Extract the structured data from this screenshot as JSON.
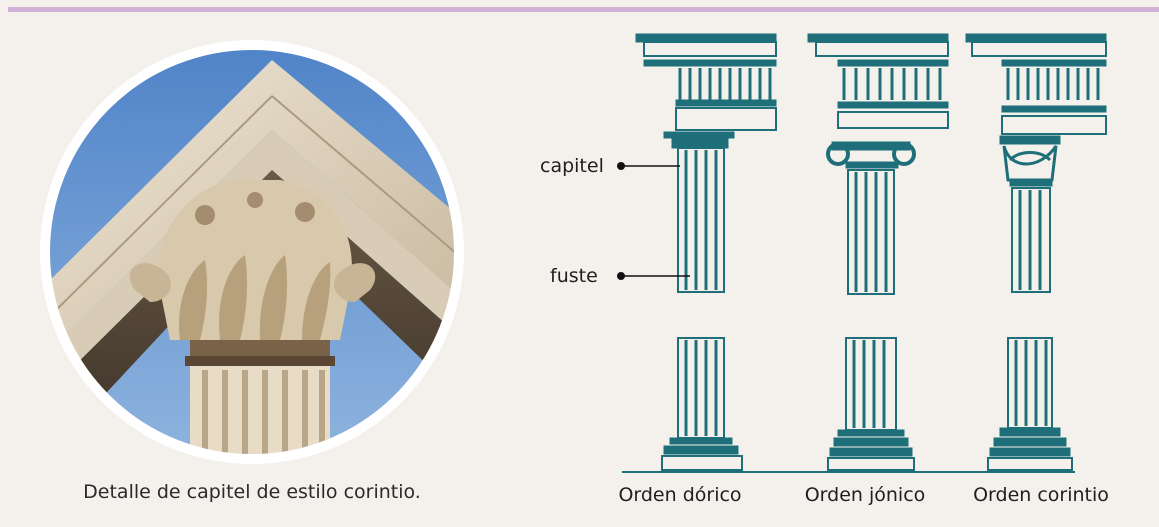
{
  "photo": {
    "caption": "Detalle de capitel de estilo corintio.",
    "subject": "corinthian-capital-photo"
  },
  "diagram": {
    "labels": {
      "capital": "capitel",
      "shaft": "fuste"
    },
    "orders": [
      {
        "id": "doric",
        "name": "Orden dórico"
      },
      {
        "id": "ionic",
        "name": "Orden jónico"
      },
      {
        "id": "corinthian",
        "name": "Orden corintio"
      }
    ]
  },
  "colors": {
    "accent_rule": "#d3b2d8",
    "teal_ink": "#1e6f79",
    "background": "#f4f0ec"
  }
}
